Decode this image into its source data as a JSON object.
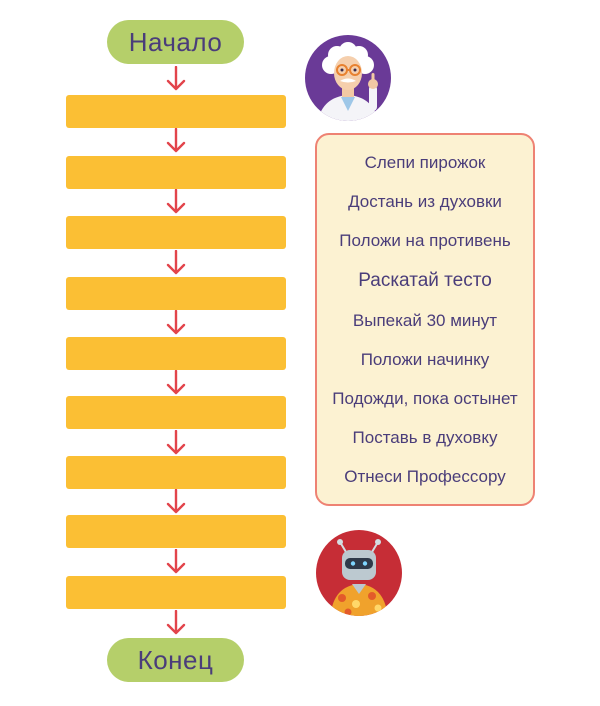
{
  "flow": {
    "start_label": "Начало",
    "end_label": "Конец",
    "colors": {
      "terminal": "#b5cf6a",
      "slot": "#fbbf34",
      "arrow": "#e2444b",
      "panel_border": "#ee8273",
      "panel_fill": "#fcf2d2",
      "text": "#4a3d7a"
    }
  },
  "steps_panel": {
    "items": [
      "Слепи пирожок",
      "Достань из духовки",
      "Положи на противень",
      "Раскатай тесто",
      "Выпекай 30 минут",
      "Положи начинку",
      "Подожди, пока  остынет",
      "Поставь в духовку",
      "Отнеси Профессору"
    ]
  },
  "avatars": {
    "top": "professor-avatar",
    "bottom": "robot-avatar"
  }
}
